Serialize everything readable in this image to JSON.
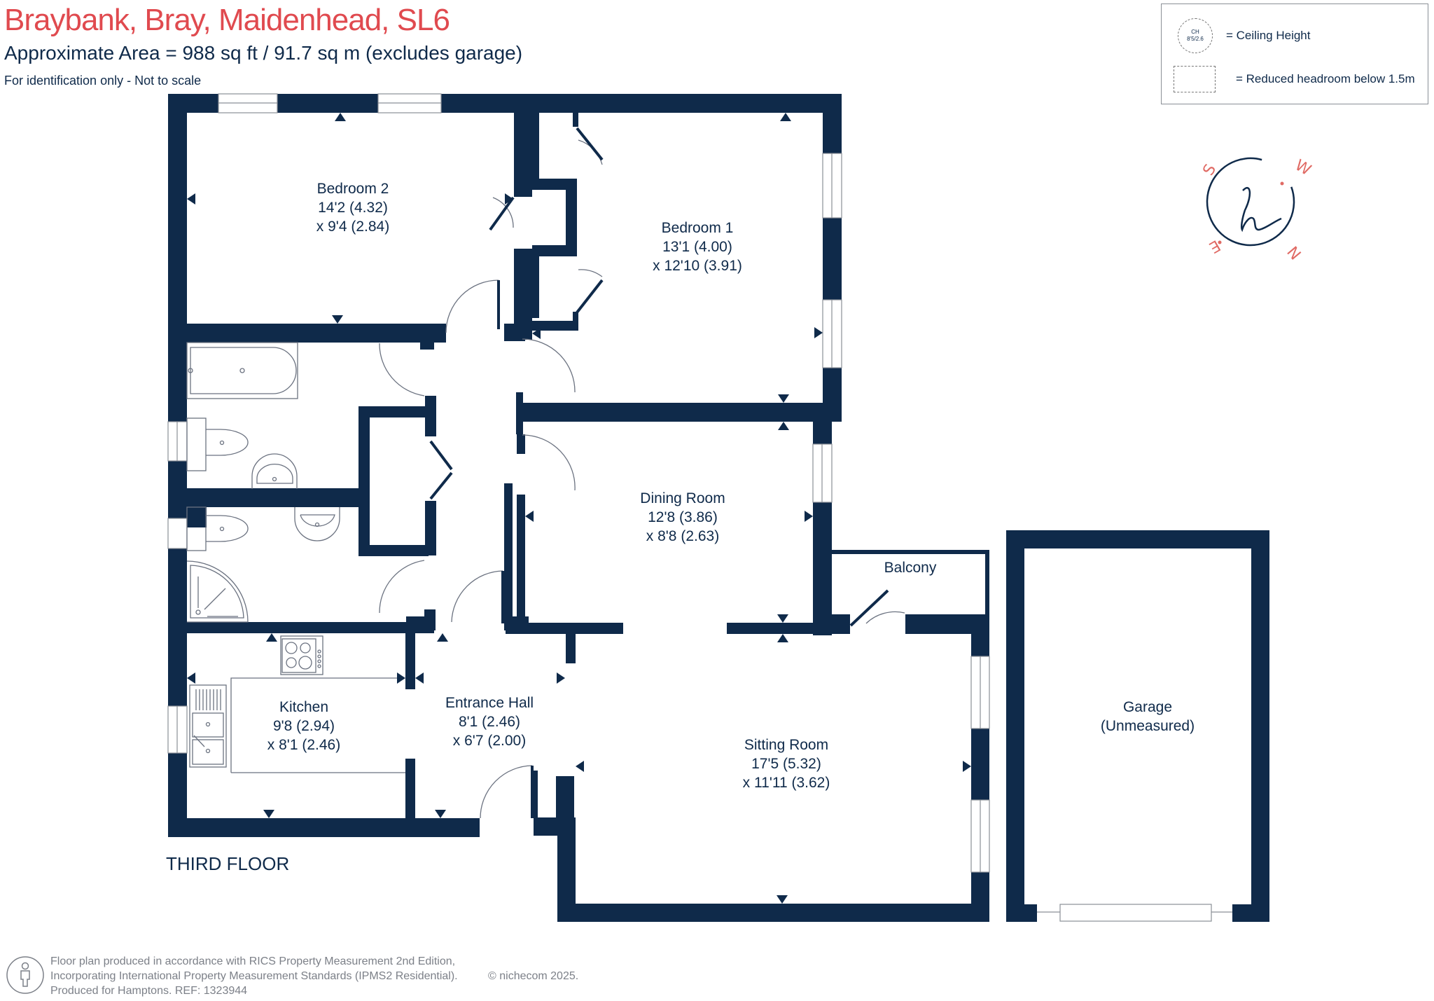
{
  "header": {
    "title": "Braybank, Bray, Maidenhead, SL6",
    "area": "Approximate Area = 988 sq ft / 91.7 sq m (excludes garage)",
    "note": "For identification only - Not to scale"
  },
  "legend": {
    "ceiling_height_symbol": {
      "line1": "CH",
      "line2": "8'5/2.6"
    },
    "ceiling_height_label": "= Ceiling Height",
    "reduced_headroom_label": "= Reduced headroom below 1.5m"
  },
  "compass": {
    "letters": [
      "S",
      "W",
      "N",
      "E"
    ],
    "logo": "h",
    "accent_color": "#e06a64",
    "ring_color": "#0f2a4a"
  },
  "rooms": [
    {
      "name": "Bedroom 2",
      "dim1": "14'2 (4.32)",
      "dim2": "x 9'4 (2.84)"
    },
    {
      "name": "Bedroom 1",
      "dim1": "13'1 (4.00)",
      "dim2": "x 12'10 (3.91)"
    },
    {
      "name": "Dining Room",
      "dim1": "12'8 (3.86)",
      "dim2": "x 8'8 (2.63)"
    },
    {
      "name": "Balcony",
      "dim1": "",
      "dim2": ""
    },
    {
      "name": "Kitchen",
      "dim1": "9'8 (2.94)",
      "dim2": "x 8'1 (2.46)"
    },
    {
      "name": "Entrance Hall",
      "dim1": "8'1 (2.46)",
      "dim2": "x 6'7 (2.00)"
    },
    {
      "name": "Sitting Room",
      "dim1": "17'5 (5.32)",
      "dim2": "x 11'11 (3.62)"
    },
    {
      "name": "Garage",
      "dim1": "(Unmeasured)",
      "dim2": ""
    }
  ],
  "floor_label": "THIRD FLOOR",
  "colors": {
    "wall": "#0f2a4a",
    "title": "#e04a4f",
    "fixture_line": "#6b7280"
  },
  "footer": {
    "line1": "Floor plan produced in accordance with RICS Property Measurement 2nd Edition,",
    "line2": "Incorporating International Property Measurement Standards (IPMS2 Residential).",
    "line3": "Produced for Hamptons.   REF: 1323944",
    "copyright": "© nichecom 2025."
  }
}
